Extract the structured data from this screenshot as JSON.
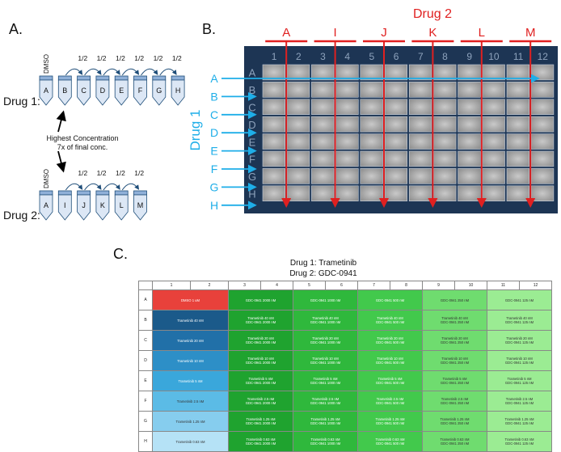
{
  "panel_a": {
    "letter": "A.",
    "drug1_label": "Drug 1:",
    "drug2_label": "Drug 2:",
    "dmso_label": "DMSO",
    "drug1_tubes": [
      "A",
      "B",
      "C",
      "D",
      "E",
      "F",
      "G",
      "H"
    ],
    "drug2_tubes": [
      "A",
      "I",
      "J",
      "K",
      "L",
      "M"
    ],
    "dilution_label": "1/2",
    "highest_conc_line1": "Highest Concentration",
    "highest_conc_line2": "7x of final conc."
  },
  "panel_b": {
    "letter": "B.",
    "drug2_title": "Drug 2",
    "drug1_title": "Drug 1",
    "drug2_groups": [
      "A",
      "I",
      "J",
      "K",
      "L",
      "M"
    ],
    "column_numbers": [
      "1",
      "2",
      "3",
      "4",
      "5",
      "6",
      "7",
      "8",
      "9",
      "10",
      "11",
      "12"
    ],
    "row_letters": [
      "A",
      "B",
      "C",
      "D",
      "E",
      "F",
      "G",
      "H"
    ],
    "drug1_arrow_labels": [
      "A",
      "B",
      "C",
      "D",
      "E",
      "F",
      "G",
      "H"
    ],
    "colors": {
      "red": "#e02020",
      "blue": "#1eaee8",
      "plate": "#1d3554"
    }
  },
  "panel_c": {
    "letter": "C.",
    "title_line1": "Drug 1: Trametinib",
    "title_line2": "Drug 2: GDC-0941",
    "col_headers": [
      "1",
      "2",
      "3",
      "4",
      "5",
      "6",
      "7",
      "8",
      "9",
      "10",
      "11",
      "12"
    ],
    "row_labels": [
      "A",
      "B",
      "C",
      "D",
      "E",
      "F",
      "G",
      "H"
    ],
    "rows": [
      [
        [
          "DMSO 1 uM"
        ],
        [
          "GDC-0941 2000 nM"
        ],
        [
          "GDC-0941 1000 nM"
        ],
        [
          "GDC-0941 500 nM"
        ],
        [
          "GDC-0941 250 nM"
        ],
        [
          "GDC-0941 125 nM"
        ]
      ],
      [
        [
          "Trametinib 40 nM"
        ],
        [
          "Trametinib 40 nM",
          "GDC-0941 2000 nM"
        ],
        [
          "Trametinib 40 nM",
          "GDC-0941 1000 nM"
        ],
        [
          "Trametinib 40 nM",
          "GDC-0941 500 nM"
        ],
        [
          "Trametinib 40 nM",
          "GDC-0941 250 nM"
        ],
        [
          "Trametinib 40 nM",
          "GDC-0941 125 nM"
        ]
      ],
      [
        [
          "Trametinib 20 nM"
        ],
        [
          "Trametinib 20 nM",
          "GDC-0941 2000 nM"
        ],
        [
          "Trametinib 20 nM",
          "GDC-0941 1000 nM"
        ],
        [
          "Trametinib 20 nM",
          "GDC-0941 500 nM"
        ],
        [
          "Trametinib 20 nM",
          "GDC-0941 250 nM"
        ],
        [
          "Trametinib 20 nM",
          "GDC-0941 125 nM"
        ]
      ],
      [
        [
          "Trametinib 10 nM"
        ],
        [
          "Trametinib 10 nM",
          "GDC-0941 2000 nM"
        ],
        [
          "Trametinib 10 nM",
          "GDC-0941 1000 nM"
        ],
        [
          "Trametinib 10 nM",
          "GDC-0941 500 nM"
        ],
        [
          "Trametinib 10 nM",
          "GDC-0941 250 nM"
        ],
        [
          "Trametinib 10 nM",
          "GDC-0941 125 nM"
        ]
      ],
      [
        [
          "Trametinib 5 nM"
        ],
        [
          "Trametinib 5 nM",
          "GDC-0941 2000 nM"
        ],
        [
          "Trametinib 5 nM",
          "GDC-0941 1000 nM"
        ],
        [
          "Trametinib 5 nM",
          "GDC-0941 500 nM"
        ],
        [
          "Trametinib 5 nM",
          "GDC-0941 250 nM"
        ],
        [
          "Trametinib 5 nM",
          "GDC-0941 125 nM"
        ]
      ],
      [
        [
          "Trametinib 2.5 nM"
        ],
        [
          "Trametinib 2.5 nM",
          "GDC-0941 2000 nM"
        ],
        [
          "Trametinib 2.5 nM",
          "GDC-0941 1000 nM"
        ],
        [
          "Trametinib 2.5 nM",
          "GDC-0941 500 nM"
        ],
        [
          "Trametinib 2.5 nM",
          "GDC-0941 250 nM"
        ],
        [
          "Trametinib 2.5 nM",
          "GDC-0941 125 nM"
        ]
      ],
      [
        [
          "Trametinib 1.25 nM"
        ],
        [
          "Trametinib 1.25 nM",
          "GDC-0941 2000 nM"
        ],
        [
          "Trametinib 1.25 nM",
          "GDC-0941 1000 nM"
        ],
        [
          "Trametinib 1.25 nM",
          "GDC-0941 500 nM"
        ],
        [
          "Trametinib 1.25 nM",
          "GDC-0941 250 nM"
        ],
        [
          "Trametinib 1.25 nM",
          "GDC-0941 125 nM"
        ]
      ],
      [
        [
          "Trametinib 0.63 nM"
        ],
        [
          "Trametinib 0.63 nM",
          "GDC-0941 2000 nM"
        ],
        [
          "Trametinib 0.63 nM",
          "GDC-0941 1000 nM"
        ],
        [
          "Trametinib 0.63 nM",
          "GDC-0941 500 nM"
        ],
        [
          "Trametinib 0.63 nM",
          "GDC-0941 250 nM"
        ],
        [
          "Trametinib 0.63 nM",
          "GDC-0941 125 nM"
        ]
      ]
    ],
    "colors": {
      "dmso": "#e8413b",
      "drug1_shades": [
        "#1b5a8a",
        "#2170a8",
        "#2d8fc7",
        "#3aa7db",
        "#5bbbe6",
        "#86cdee",
        "#b5e2f6"
      ],
      "drug2_shades": [
        "#1fa32f",
        "#2fb83c",
        "#42c94c",
        "#6fdc6f",
        "#9bec93"
      ],
      "text_dark": "#333333"
    }
  }
}
